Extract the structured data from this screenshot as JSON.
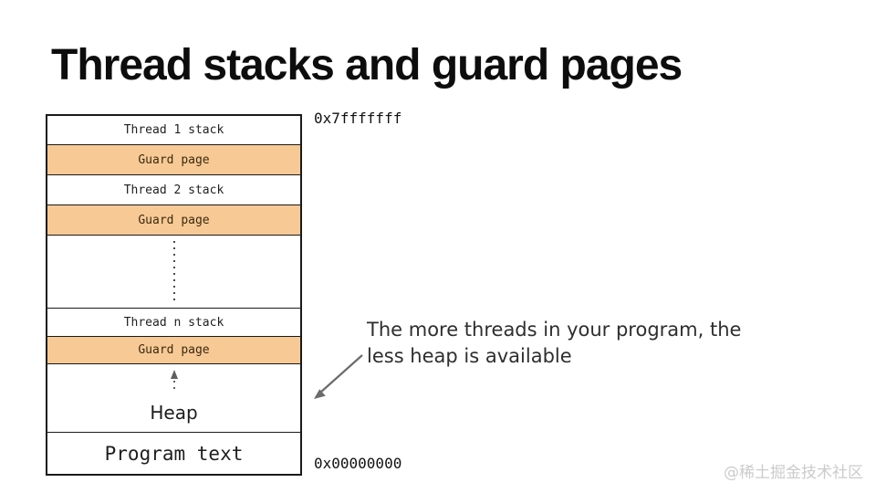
{
  "page": {
    "title": "Thread stacks and guard pages",
    "watermark": "@稀土掘金技术社区",
    "background": "#ffffff"
  },
  "diagram": {
    "rows": [
      {
        "label": "Thread 1 stack",
        "type": "stack"
      },
      {
        "label": "Guard page",
        "type": "guard"
      },
      {
        "label": "Thread 2 stack",
        "type": "stack"
      },
      {
        "label": "Guard page",
        "type": "guard"
      },
      {
        "label": "",
        "type": "ellipsis-dots"
      },
      {
        "label": "Thread n stack",
        "type": "stack"
      },
      {
        "label": "Guard page",
        "type": "guard"
      },
      {
        "label": "Heap",
        "type": "heap-grows-up"
      },
      {
        "label": "Program text",
        "type": "program-text"
      }
    ],
    "address_top": "0x7fffffff",
    "address_bottom": "0x00000000",
    "colors": {
      "guard_fill": "#F6C995",
      "border": "#1a1a1a",
      "arrow": "#6b6b6b"
    }
  },
  "annotation": {
    "line1": "The more threads in your program, the",
    "line2": "less heap is available"
  }
}
